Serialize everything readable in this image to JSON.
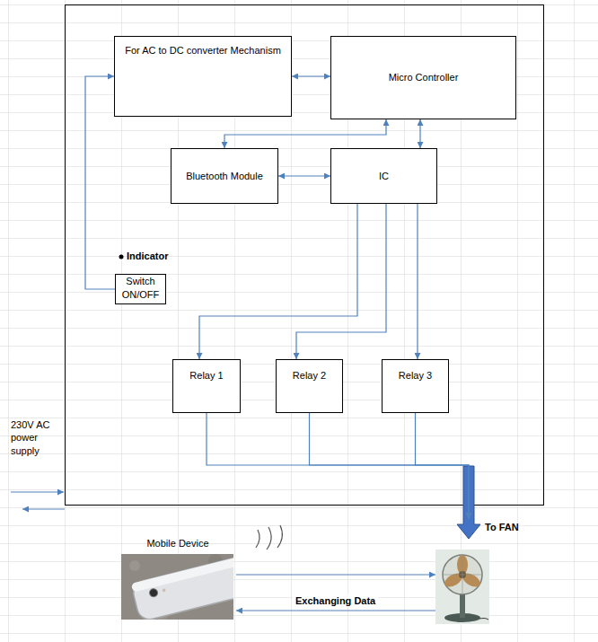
{
  "diagram": {
    "nodes": [
      {
        "text": [
          "For AC to DC converter Mechanism"
        ]
      },
      {
        "text": [
          "Micro Controller"
        ]
      },
      {
        "text": [
          "Bluetooth Module"
        ]
      },
      {
        "text": [
          "IC"
        ]
      },
      {
        "text": [
          "Switch ON/OFF"
        ]
      },
      {
        "text": [
          "Relay 1"
        ]
      },
      {
        "text": [
          "Relay 2"
        ]
      },
      {
        "text": [
          "Relay 3"
        ]
      },
      {
        "text": [
          "Mobile Device"
        ]
      },
      {
        "text": [
          "To FAN"
        ]
      }
    ],
    "edges": [
      {
        "from": 4,
        "to": 0,
        "arrow": "to"
      },
      {
        "from": 0,
        "to": 1,
        "arrow": "both"
      },
      {
        "from": 1,
        "to": 3,
        "arrow": "both"
      },
      {
        "from": 2,
        "to": 3,
        "arrow": "both"
      },
      {
        "from": 2,
        "to": 1,
        "arrow": "both"
      },
      {
        "from": 3,
        "to": 5,
        "arrow": "to"
      },
      {
        "from": 3,
        "to": 6,
        "arrow": "to"
      },
      {
        "from": 3,
        "to": 7,
        "arrow": "to"
      },
      {
        "from": 5,
        "to": 9,
        "arrow": "to"
      },
      {
        "from": 6,
        "to": 9,
        "arrow": "to"
      },
      {
        "from": 7,
        "to": 9,
        "arrow": "to"
      },
      {
        "from": 8,
        "to": 9,
        "arrow": "to"
      },
      {
        "from": 9,
        "to": 8,
        "label": "Exchanging Data",
        "arrow": "to"
      }
    ],
    "labels": [
      "Indicator",
      "230V AC power supply"
    ]
  }
}
